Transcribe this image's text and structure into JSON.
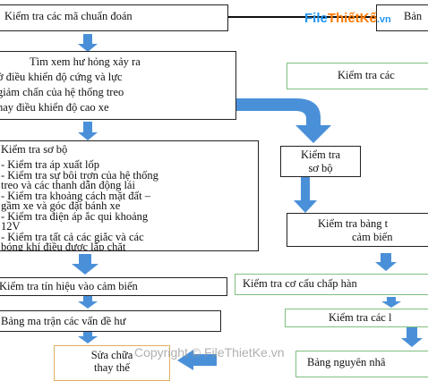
{
  "watermark_logo": {
    "file": "File",
    "thietke": "ThiếtKế",
    "vn": ".vn"
  },
  "watermark_copyright": "Copyright © FileThietKe.vn",
  "boxes": {
    "check_codes": "Kiểm tra các mã chuẩn đoán",
    "top_right": "Bản",
    "find_fault": [
      "Tìm xem hư hỏng xảy ra",
      "ở điều khiển độ cứng và lực",
      "giảm chấn của hệ thống treo",
      "hay điều khiển độ cao xe"
    ],
    "right_check": "Kiểm tra các",
    "preliminary_list": [
      "Kiểm tra sơ bộ",
      "- Kiểm tra áp xuất lốp",
      "- Kiểm tra sự bôi trơn của hệ thống",
      "treo và các thanh dẫn động lái",
      "- Kiểm tra khoảng cách mặt đất –",
      "gầm xe và góc đặt bánh xe",
      "- Kiểm tra điện áp ắc qui khoảng",
      "12V",
      "- Kiểm tra tất cả các giắc và các",
      "bóng khí điều được lắp chặt"
    ],
    "preliminary_small": [
      "Kiểm tra",
      "sơ bộ"
    ],
    "sensor_table": [
      "Kiểm tra bảng t",
      "cảm biến"
    ],
    "sensor_signal": "Kiểm tra tín hiệu vào cảm biến",
    "actuator": "Kiểm tra cơ cấu chấp hàn",
    "problem_matrix": "Bảng ma trận các vấn đề hư",
    "check_parts": "Kiểm tra các l",
    "repair": [
      "Sửa chữa",
      "thay thế"
    ],
    "cause_table": "Bảng nguyên nhâ"
  },
  "colors": {
    "arrow_blue": "#4a90d9",
    "logo_blue": "#2196f3",
    "logo_orange": "#ff7a00"
  }
}
